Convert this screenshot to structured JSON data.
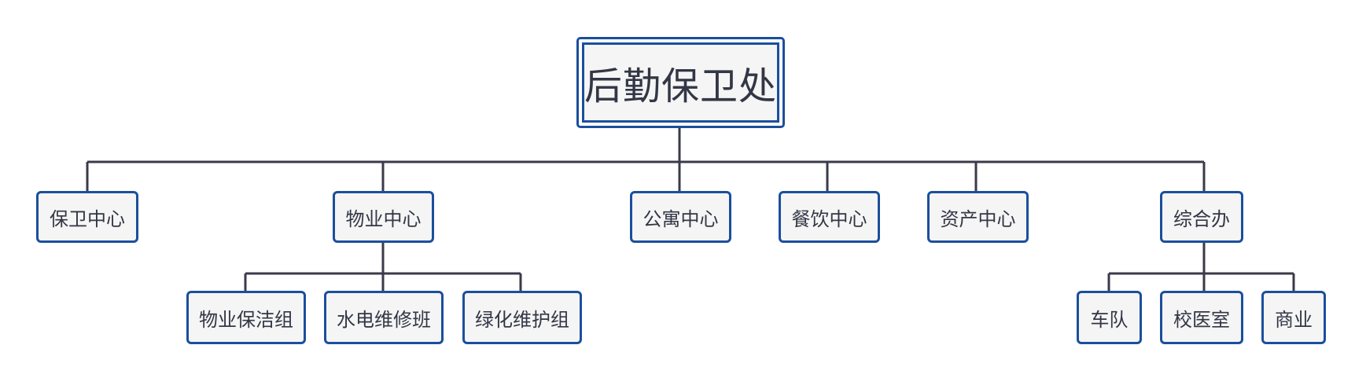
{
  "org_chart": {
    "root": {
      "label": "后勤保卫处"
    },
    "departments": [
      {
        "label": "保卫中心"
      },
      {
        "label": "物业中心",
        "children": [
          {
            "label": "物业保洁组"
          },
          {
            "label": "水电维修班"
          },
          {
            "label": "绿化维护组"
          }
        ]
      },
      {
        "label": "公寓中心"
      },
      {
        "label": "餐饮中心"
      },
      {
        "label": "资产中心"
      },
      {
        "label": "综合办",
        "children": [
          {
            "label": "车队"
          },
          {
            "label": "校医室"
          },
          {
            "label": "商业"
          }
        ]
      }
    ]
  },
  "colors": {
    "node_border": "#1b4f9c",
    "node_fill": "#f5f5f5",
    "connector": "#3a3a4a",
    "text": "#333645"
  }
}
